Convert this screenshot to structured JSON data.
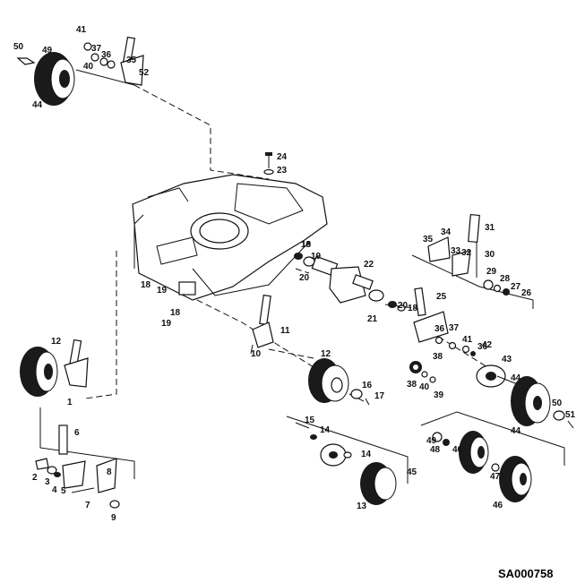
{
  "drawing_ref": "SA000758",
  "part_labels": [
    "1",
    "2",
    "3",
    "4",
    "5",
    "6",
    "7",
    "8",
    "9",
    "10",
    "11",
    "12",
    "12",
    "13",
    "14",
    "14",
    "15",
    "16",
    "17",
    "18",
    "18",
    "18",
    "18",
    "19",
    "19",
    "19",
    "19",
    "20",
    "20",
    "21",
    "22",
    "23",
    "24",
    "25",
    "26",
    "27",
    "28",
    "29",
    "30",
    "31",
    "32",
    "33",
    "34",
    "35",
    "35",
    "36",
    "36",
    "36",
    "37",
    "37",
    "38",
    "38",
    "39",
    "40",
    "40",
    "41",
    "41",
    "42",
    "43",
    "44",
    "44",
    "44",
    "45",
    "46",
    "46",
    "47",
    "48",
    "49",
    "49",
    "50",
    "50",
    "51",
    "52"
  ]
}
